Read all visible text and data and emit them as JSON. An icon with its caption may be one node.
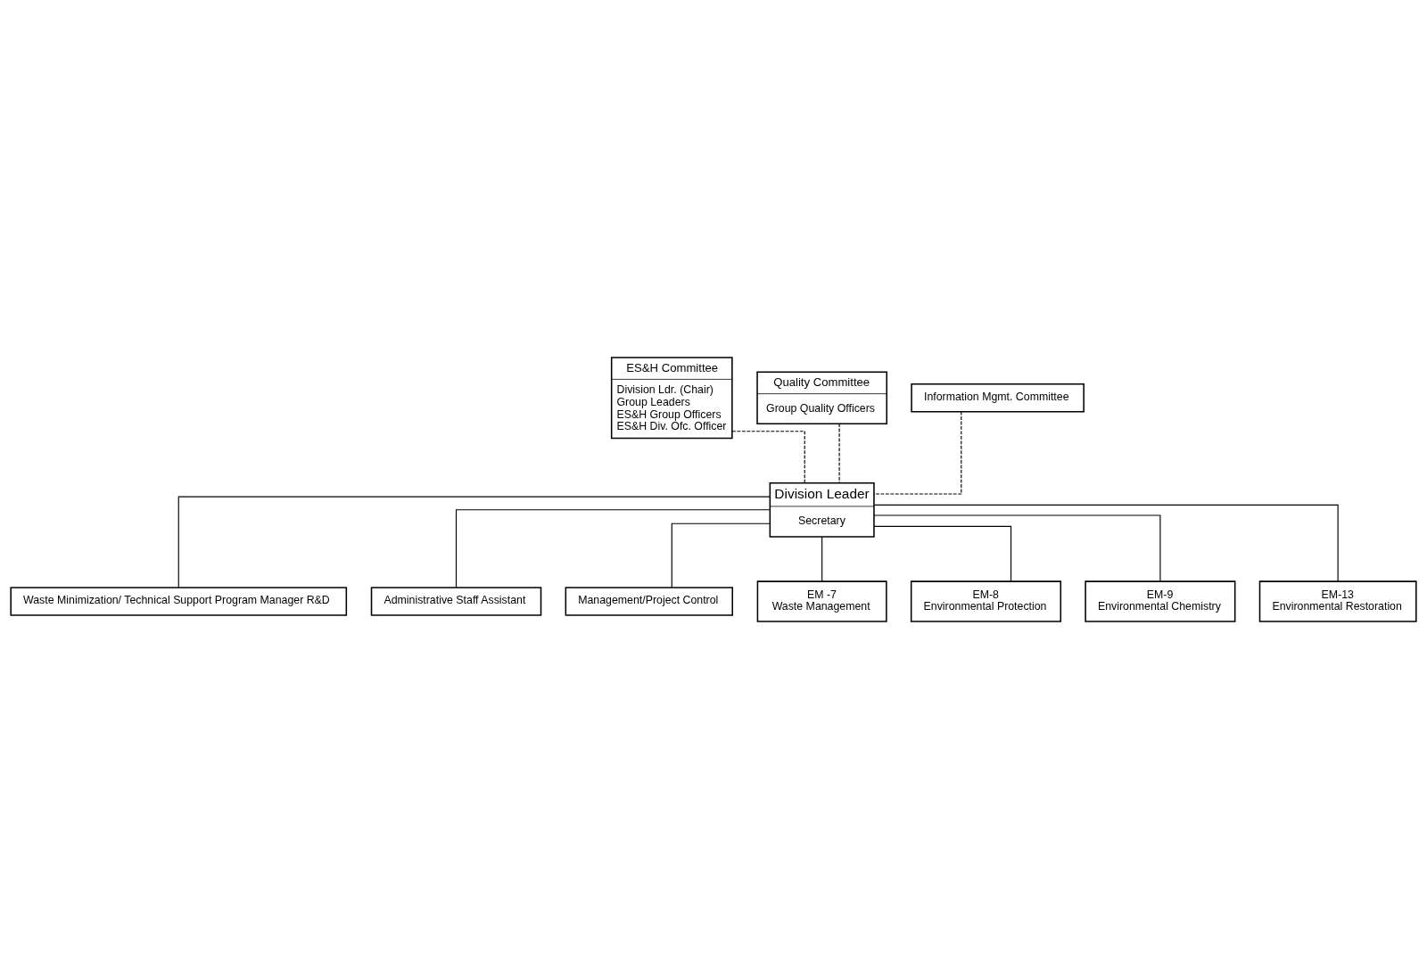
{
  "diagram": {
    "nodes": [
      {
        "text": [
          "ES&H Committee",
          "Division Ldr. (Chair)",
          "Group Leaders",
          "ES&H Group Officers",
          "ES&H Div. Ofc. Officer"
        ]
      },
      {
        "text": [
          "Quality Committee",
          "Group Quality Officers"
        ]
      },
      {
        "text": [
          "Information Mgmt. Committee"
        ]
      },
      {
        "text": [
          "Division Leader",
          "Secretary"
        ]
      },
      {
        "text": [
          "Waste Minimization/ Technical Support Program Manager R&D"
        ]
      },
      {
        "text": [
          "Administrative Staff Assistant"
        ]
      },
      {
        "text": [
          "Management/Project Control"
        ]
      },
      {
        "text": [
          "EM -7",
          "Waste Management"
        ]
      },
      {
        "text": [
          "EM-8",
          "Environmental Protection"
        ]
      },
      {
        "text": [
          "EM-9",
          "Environmental Chemistry"
        ]
      },
      {
        "text": [
          "EM-13",
          "Environmental Restoration"
        ]
      }
    ],
    "edges": [
      {
        "from": 0,
        "to": 3,
        "arrow": "none",
        "style": "dashed"
      },
      {
        "from": 1,
        "to": 3,
        "arrow": "none",
        "style": "dashed"
      },
      {
        "from": 2,
        "to": 3,
        "arrow": "none",
        "style": "dashed"
      },
      {
        "from": 3,
        "to": 4,
        "arrow": "none"
      },
      {
        "from": 3,
        "to": 5,
        "arrow": "none"
      },
      {
        "from": 3,
        "to": 6,
        "arrow": "none"
      },
      {
        "from": 3,
        "to": 7,
        "arrow": "none"
      },
      {
        "from": 3,
        "to": 8,
        "arrow": "none"
      },
      {
        "from": 3,
        "to": 9,
        "arrow": "none"
      },
      {
        "from": 3,
        "to": 10,
        "arrow": "none"
      }
    ]
  }
}
